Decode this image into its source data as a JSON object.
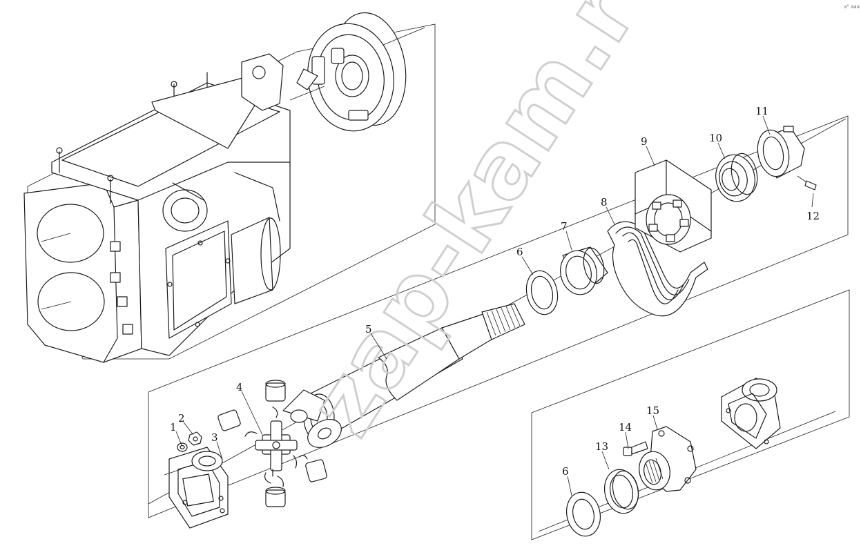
{
  "watermark": "zap-kam.ru",
  "corner_mark": "a° aaa",
  "callouts": [
    {
      "id": "c1",
      "label": "1"
    },
    {
      "id": "c2",
      "label": "2"
    },
    {
      "id": "c3",
      "label": "3"
    },
    {
      "id": "c4",
      "label": "4"
    },
    {
      "id": "c5",
      "label": "5"
    },
    {
      "id": "c6a",
      "label": "6"
    },
    {
      "id": "c7",
      "label": "7"
    },
    {
      "id": "c8",
      "label": "8"
    },
    {
      "id": "c9",
      "label": "9"
    },
    {
      "id": "c10",
      "label": "10"
    },
    {
      "id": "c11",
      "label": "11"
    },
    {
      "id": "c12",
      "label": "12"
    },
    {
      "id": "c6b",
      "label": "6"
    },
    {
      "id": "c13",
      "label": "13"
    },
    {
      "id": "c14",
      "label": "14"
    },
    {
      "id": "c15",
      "label": "15"
    }
  ]
}
